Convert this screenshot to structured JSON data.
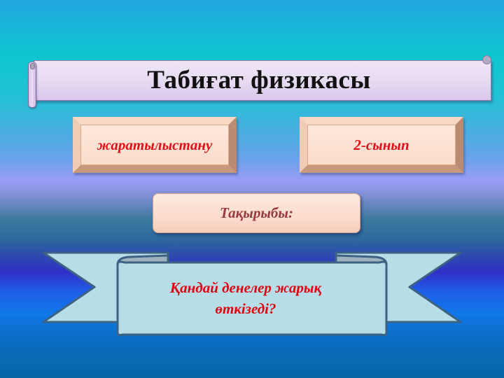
{
  "title": {
    "text": "Табиғат физикасы"
  },
  "info_boxes": [
    {
      "label": "жаратылыстану"
    },
    {
      "label": "2-сынып"
    }
  ],
  "topic": {
    "label": "Тақырыбы:"
  },
  "ribbon": {
    "line1": "Қандай денелер жарық",
    "line2": "өткізеді?"
  },
  "colors": {
    "title_text": "#111111",
    "box_text": "#e0101a",
    "topic_text": "#9a3a3a",
    "ribbon_text": "#e00010",
    "ribbon_fill": "#b7dde6",
    "ribbon_border": "#3e6284"
  }
}
